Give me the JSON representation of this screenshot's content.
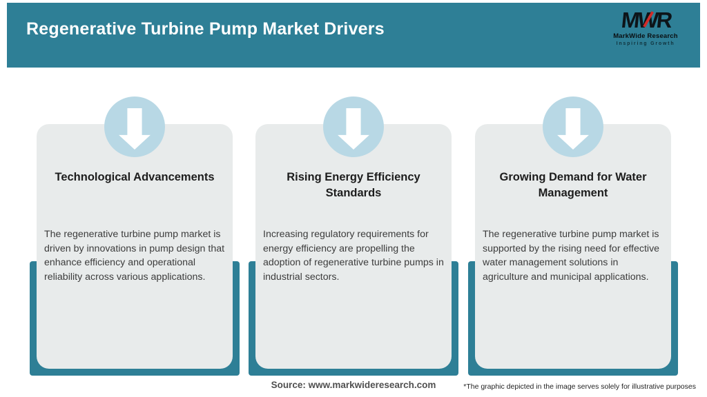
{
  "header": {
    "title": "Regenerative Turbine Pump Market Drivers",
    "logo": {
      "acronym": "MWR",
      "name": "MarkWide Research",
      "tagline": "Inspiring Growth"
    }
  },
  "cards": [
    {
      "title": "Technological Advancements",
      "description": "The regenerative turbine pump market is driven by innovations in pump design that enhance efficiency and operational reliability across various applications."
    },
    {
      "title": "Rising Energy Efficiency Standards",
      "description": "Increasing regulatory requirements for energy efficiency are propelling the adoption of regenerative turbine pumps in industrial sectors."
    },
    {
      "title": "Growing Demand for Water Management",
      "description": "The regenerative turbine pump market is supported by the rising need for effective water management solutions in agriculture and municipal applications."
    }
  ],
  "footer": {
    "source": "Source: www.markwideresearch.com",
    "disclaimer": "*The graphic depicted in the image serves solely for illustrative purposes"
  },
  "icons": {
    "card_icon": "down-arrow-icon"
  },
  "palette": {
    "header_background": "#2e7f96",
    "tray_color": "#2e7f96",
    "card_background": "#e8ebeb",
    "circle_color": "#b8d8e5",
    "arrow_color": "#ffffff",
    "title_text": "#1d1d1d",
    "body_text": "#3c3c3c",
    "logo_accent": "#d02c2a"
  }
}
